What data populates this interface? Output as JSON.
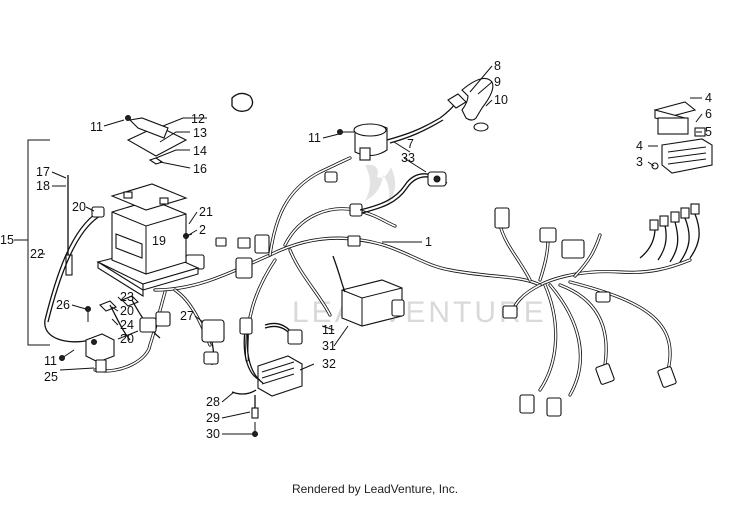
{
  "watermark": "LEADVENTURE",
  "credit": "Rendered by LeadVenture, Inc.",
  "callouts": [
    "1",
    "2",
    "3",
    "4",
    "4",
    "5",
    "6",
    "7",
    "8",
    "9",
    "10",
    "11",
    "11",
    "11",
    "11",
    "12",
    "13",
    "14",
    "15",
    "16",
    "17",
    "18",
    "19",
    "20",
    "20",
    "20",
    "21",
    "22",
    "23",
    "24",
    "25",
    "26",
    "27",
    "28",
    "29",
    "30",
    "31",
    "32",
    "33"
  ]
}
